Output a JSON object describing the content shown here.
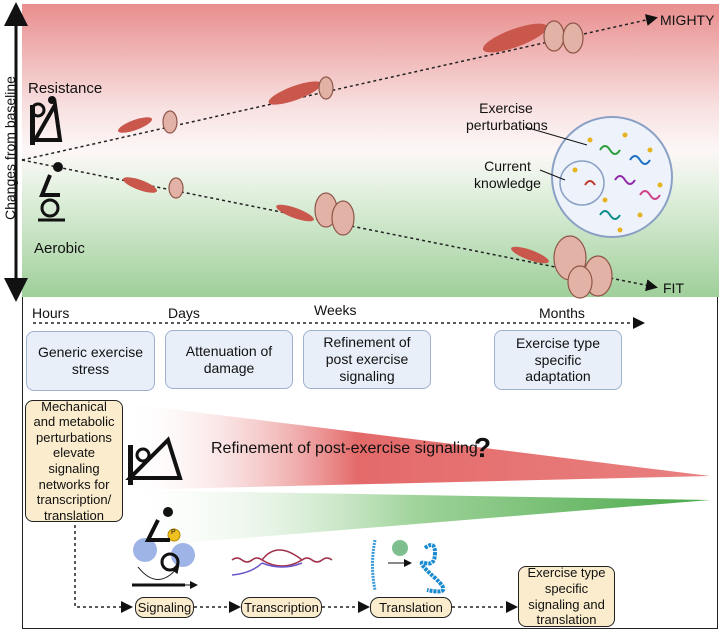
{
  "top_panel": {
    "y_axis_label": "Changes from baseline",
    "resistance_label": "Resistance",
    "aerobic_label": "Aerobic",
    "mighty_label": "MIGHTY",
    "fit_label": "FIT",
    "perturbations_label": "Exercise perturbations",
    "knowledge_label": "Current knowledge",
    "colors": {
      "resistance": "#e98e8e",
      "aerobic": "#9fcf9a"
    }
  },
  "timeline": {
    "labels": [
      "Hours",
      "Days",
      "Weeks",
      "Months"
    ],
    "boxes": [
      "Generic exercise stress",
      "Attenuation of damage",
      "Refinement of post exercise signaling",
      "Exercise type specific adaptation"
    ]
  },
  "mechanism": {
    "left_box": "Mechanical and metabolic perturbations elevate signaling networks for transcription/ translation",
    "wedge_label": "Refinement of post-exercise signaling",
    "question_mark": "?",
    "steps": [
      "Signaling",
      "Transcription",
      "Translation"
    ],
    "end_box": "Exercise type specific signaling and translation",
    "phospho_label": "P"
  }
}
